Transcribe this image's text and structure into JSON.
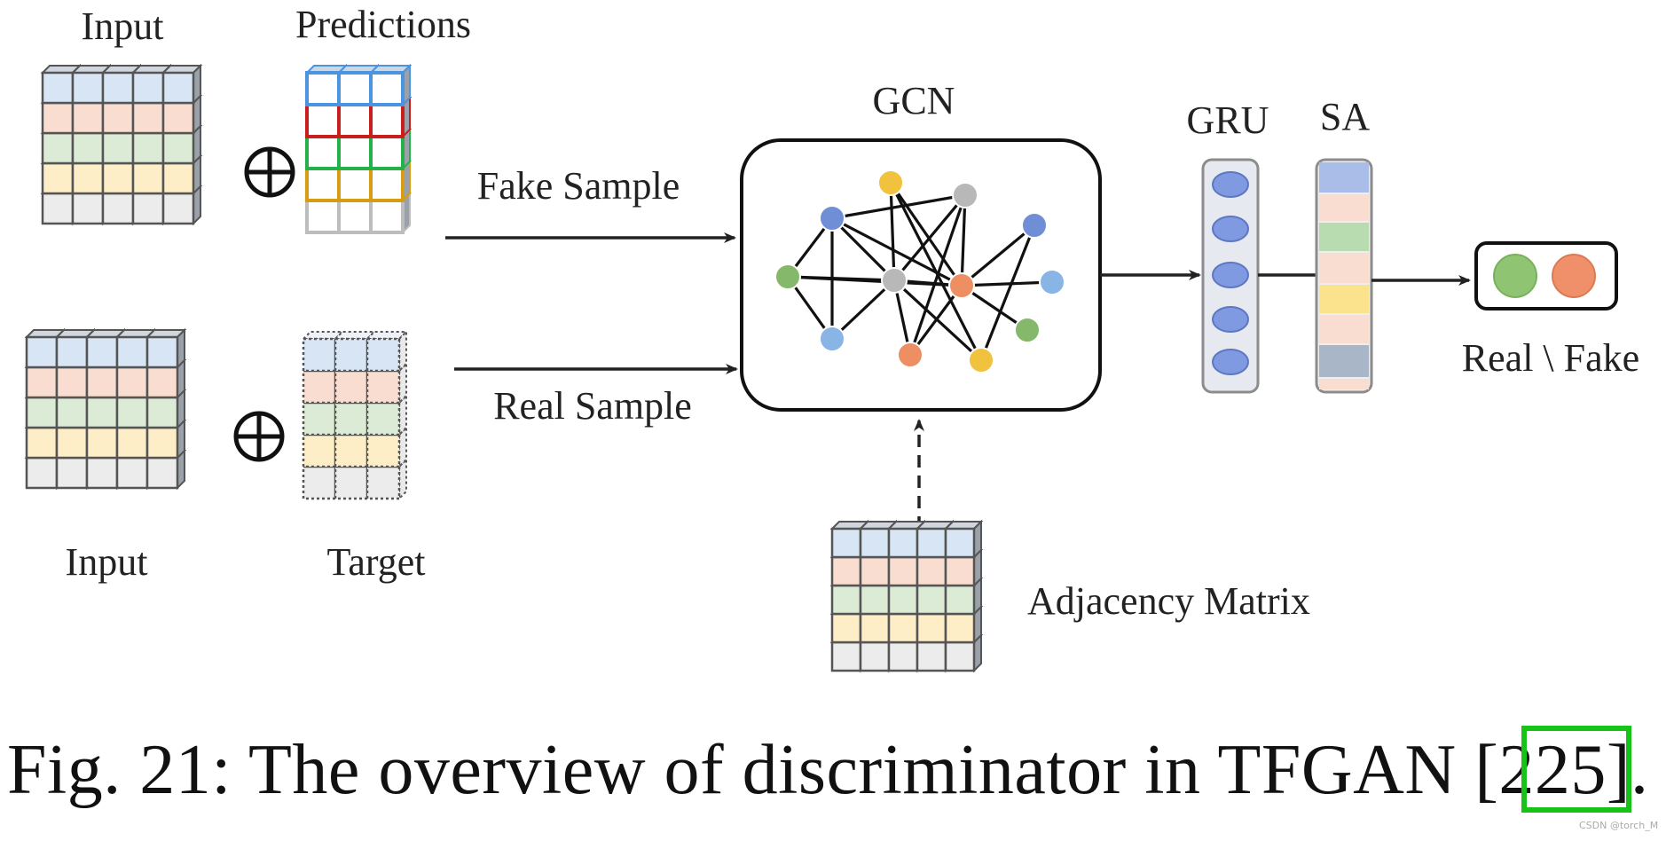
{
  "labels": {
    "input_top": "Input",
    "predictions": "Predictions",
    "fake_sample": "Fake Sample",
    "input_bottom": "Input",
    "target": "Target",
    "real_sample": "Real Sample",
    "gcn": "GCN",
    "gru": "GRU",
    "sa": "SA",
    "real_fake": "Real \\ Fake",
    "adjacency_matrix": "Adjacency Matrix"
  },
  "caption": {
    "prefix": "Fig. 21: The overview of discriminator in TFGAN [",
    "citation": "225",
    "suffix": "]."
  },
  "watermark": "CSDN @torch_M",
  "colors": {
    "row_blue": "#d7e5f5",
    "row_peach": "#f9ddd0",
    "row_green": "#dcebd5",
    "row_yellow": "#fdeec8",
    "row_gray": "#ececec",
    "node_blue": "#6f8ed6",
    "node_green": "#86b86b",
    "node_yellow": "#f0c23e",
    "node_gray": "#b8b8b8",
    "node_orange": "#ee8f63",
    "node_light_blue": "#89b4e6",
    "highlight_green": "#18c318"
  }
}
